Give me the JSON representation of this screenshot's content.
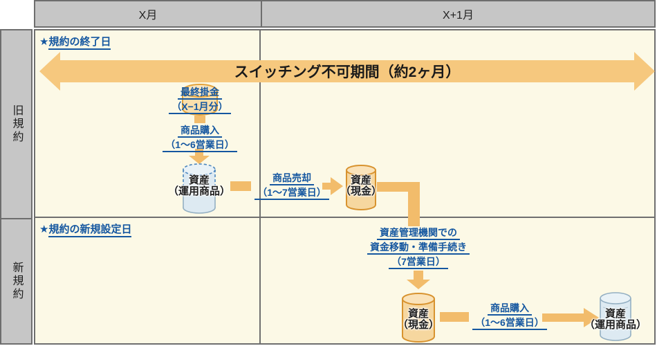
{
  "header": {
    "month_1": "X月",
    "month_2": "X+1月"
  },
  "sidebar": {
    "old_contract": "旧規約",
    "new_contract": "新規約"
  },
  "banner": {
    "label": "スイッチング不可期間（約2ヶ月）"
  },
  "old_row": {
    "star": "★",
    "end_date_label": "規約の終了日",
    "final_premium": {
      "line1": "最終掛金",
      "line2": "（X−1月分）"
    },
    "purchase": {
      "line1": "商品購入",
      "line2": "（1〜6営業日）"
    },
    "asset_product": {
      "line1": "資産",
      "line2": "（運用商品）"
    },
    "sell": {
      "line1": "商品売却",
      "line2": "（1〜7営業日）"
    },
    "asset_cash": {
      "line1": "資産",
      "line2": "（現金）"
    }
  },
  "new_row": {
    "star": "★",
    "setup_date_label": "規約の新規設定日",
    "transfer": {
      "line1": "資産管理機関での",
      "line2": "資金移動・準備手続き",
      "line3": "（7営業日）"
    },
    "asset_cash": {
      "line1": "資産",
      "line2": "（現金）"
    },
    "purchase": {
      "line1": "商品購入",
      "line2": "（1〜6営業日）"
    },
    "asset_product": {
      "line1": "資産",
      "line2": "（運用商品）"
    }
  },
  "colors": {
    "header_gray": "#C6C6C6",
    "border_dark": "#6E6E6E",
    "panel_cream": "#FCF9E6",
    "arrow_orange": "#F2BC6B",
    "banner_orange": "#F6C87E",
    "blue_text": "#1557A0",
    "cyl_blue_fill": "#DDEAF2",
    "cyl_blue_stroke": "#93AFC2",
    "cyl_blue_dash": "#4C86BD",
    "cyl_orange_fill": "#F6D79F",
    "cyl_orange_stroke": "#D8932F",
    "coin_fill": "#FBDFAC",
    "coin_stroke": "#E3A33C"
  }
}
